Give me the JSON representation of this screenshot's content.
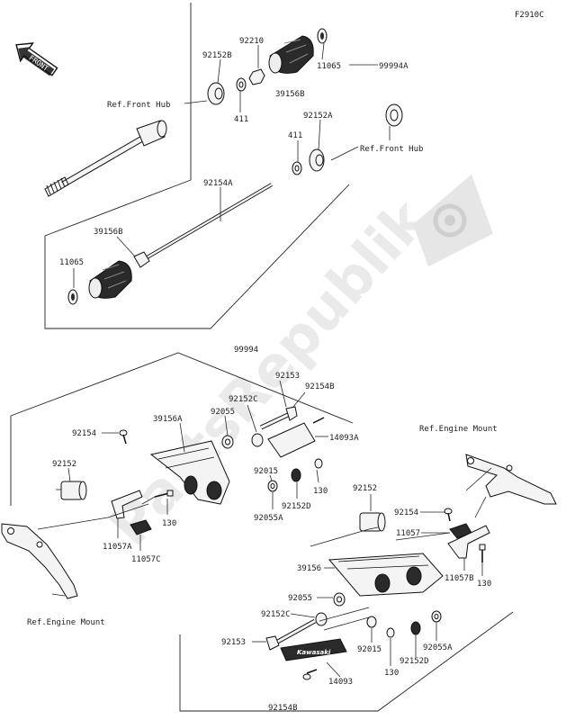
{
  "figure_code": "F2910C",
  "front_badge": "FRONT",
  "watermark": "PartsRepublik",
  "refs": {
    "front_hub_left": "Ref.Front Hub",
    "front_hub_right": "Ref.Front Hub",
    "engine_mount_right": "Ref.Engine Mount",
    "engine_mount_left": "Ref.Engine Mount"
  },
  "upper_labels": [
    {
      "id": "92210",
      "text": "92210"
    },
    {
      "id": "92152B",
      "text": "92152B"
    },
    {
      "id": "11065a",
      "text": "11065"
    },
    {
      "id": "99994A",
      "text": "99994A"
    },
    {
      "id": "39156B_top",
      "text": "39156B"
    },
    {
      "id": "411a",
      "text": "411"
    },
    {
      "id": "92152A",
      "text": "92152A"
    },
    {
      "id": "411b",
      "text": "411"
    },
    {
      "id": "92154A",
      "text": "92154A"
    },
    {
      "id": "39156B",
      "text": "39156B"
    },
    {
      "id": "11065b",
      "text": "11065"
    },
    {
      "id": "99994",
      "text": "99994"
    }
  ],
  "lower_labels": [
    {
      "id": "92153a",
      "text": "92153"
    },
    {
      "id": "92154B_a",
      "text": "92154B"
    },
    {
      "id": "92152C_a",
      "text": "92152C"
    },
    {
      "id": "92055a",
      "text": "92055"
    },
    {
      "id": "92154a",
      "text": "92154"
    },
    {
      "id": "39156A",
      "text": "39156A"
    },
    {
      "id": "14093A",
      "text": "14093A"
    },
    {
      "id": "92152a",
      "text": "92152"
    },
    {
      "id": "92015a",
      "text": "92015"
    },
    {
      "id": "130a",
      "text": "130"
    },
    {
      "id": "92152D_a",
      "text": "92152D"
    },
    {
      "id": "92055A_a",
      "text": "92055A"
    },
    {
      "id": "130b",
      "text": "130"
    },
    {
      "id": "11057A",
      "text": "11057A"
    },
    {
      "id": "11057C",
      "text": "11057C"
    },
    {
      "id": "92152b",
      "text": "92152"
    },
    {
      "id": "92154b",
      "text": "92154"
    },
    {
      "id": "11057",
      "text": "11057"
    },
    {
      "id": "39156",
      "text": "39156"
    },
    {
      "id": "11057B",
      "text": "11057B"
    },
    {
      "id": "130c",
      "text": "130"
    },
    {
      "id": "92055b",
      "text": "92055"
    },
    {
      "id": "92152C_b",
      "text": "92152C"
    },
    {
      "id": "92153b",
      "text": "92153"
    },
    {
      "id": "92015b",
      "text": "92015"
    },
    {
      "id": "92055A_b",
      "text": "92055A"
    },
    {
      "id": "130d",
      "text": "130"
    },
    {
      "id": "92152D_b",
      "text": "92152D"
    },
    {
      "id": "14093",
      "text": "14093"
    },
    {
      "id": "92154B_b",
      "text": "92154B"
    }
  ],
  "plate_logo": "Kawasaki"
}
